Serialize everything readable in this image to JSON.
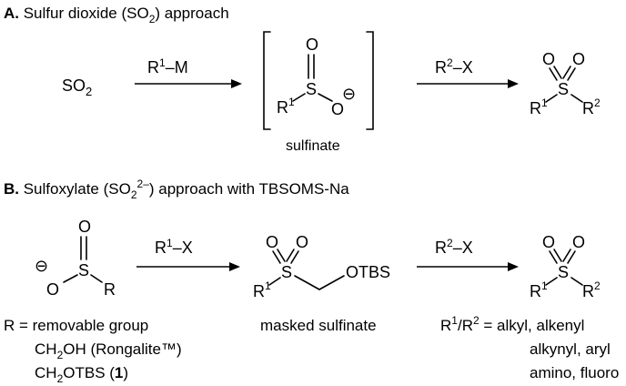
{
  "section_a": {
    "letter": "A.",
    "title_pre": " Sulfur dioxide (SO",
    "title_sub": "2",
    "title_post": ") approach",
    "reactant_base": "SO",
    "reactant_sub": "2",
    "arrow1": {
      "r": "R",
      "sup": "1",
      "rest": "–M"
    },
    "intermediate": {
      "O": "O",
      "S": "S",
      "R": "R",
      "R_sup": "1",
      "O_minus": "O",
      "charge": "⊖",
      "caption": "sulfinate"
    },
    "arrow2": {
      "r": "R",
      "sup": "2",
      "rest": "–X"
    },
    "product": {
      "O1": "O",
      "O2": "O",
      "S": "S",
      "R1": "R",
      "R1_sup": "1",
      "R2": "R",
      "R2_sup": "2"
    }
  },
  "section_b": {
    "letter": "B.",
    "title_pre": " Sulfoxylate (SO",
    "title_sub": "2",
    "title_sup": "2–",
    "title_post": ") approach with TBSOMS-Na",
    "start": {
      "charge": "⊖",
      "O_minus": "O",
      "O": "O",
      "S": "S",
      "R": "R"
    },
    "arrow1": {
      "r": "R",
      "sup": "1",
      "rest": "–X"
    },
    "masked": {
      "O1": "O",
      "O2": "O",
      "S": "S",
      "R": "R",
      "R_sup": "1",
      "OTBS": "OTBS",
      "caption": "masked sulfinate"
    },
    "arrow2": {
      "r": "R",
      "sup": "2",
      "rest": "–X"
    },
    "product": {
      "O1": "O",
      "O2": "O",
      "S": "S",
      "R1": "R",
      "R1_sup": "1",
      "R2": "R",
      "R2_sup": "2"
    },
    "legend_left": {
      "line1": "R = removable group",
      "line2_a": "CH",
      "line2_sub": "2",
      "line2_b": "OH (Rongalite™)",
      "line3_a": "CH",
      "line3_sub": "2",
      "line3_b": "OTBS (",
      "line3_bold": "1",
      "line3_c": ")"
    },
    "legend_right": {
      "r1": "R",
      "r1_sup": "1",
      "slash": "/R",
      "r2_sup": "2",
      "eq": " = alkyl, alkenyl",
      "line2": "alkynyl, aryl",
      "line3": "amino, fluoro"
    }
  }
}
